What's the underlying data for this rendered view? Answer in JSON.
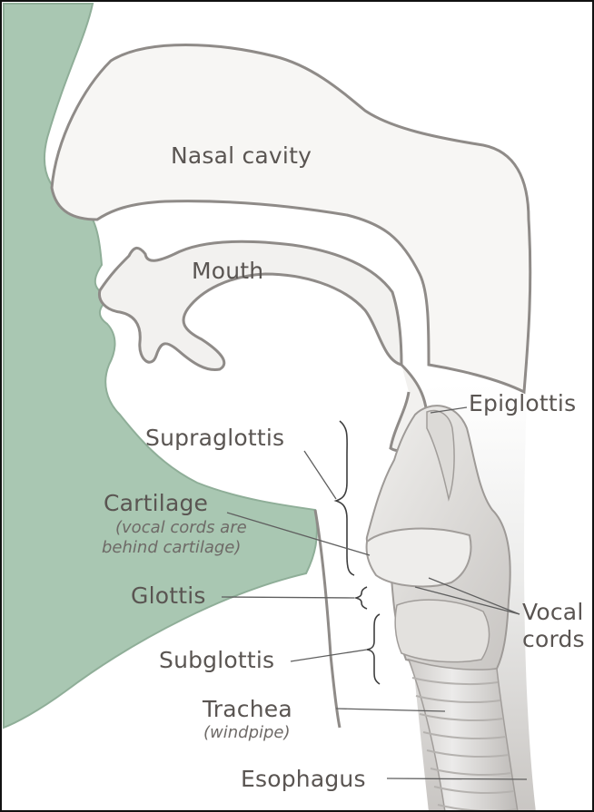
{
  "labels": {
    "nasal_cavity": "Nasal cavity",
    "mouth": "Mouth",
    "epiglottis": "Epiglottis",
    "supraglottis": "Supraglottis",
    "cartilage": "Cartilage",
    "cartilage_note_line1": "(vocal cords are",
    "cartilage_note_line2": "behind cartilage)",
    "glottis": "Glottis",
    "vocal": "Vocal",
    "cords": "cords",
    "subglottis": "Subglottis",
    "trachea": "Trachea",
    "trachea_note": "(windpipe)",
    "esophagus": "Esophagus"
  },
  "colors": {
    "skin": "#a9c7b2",
    "outline": "#9e9a97",
    "cavity": "#f6f5f3",
    "tissue": "#e6e4e1",
    "label": "#5a5552",
    "leader": "#5f5f5f"
  }
}
